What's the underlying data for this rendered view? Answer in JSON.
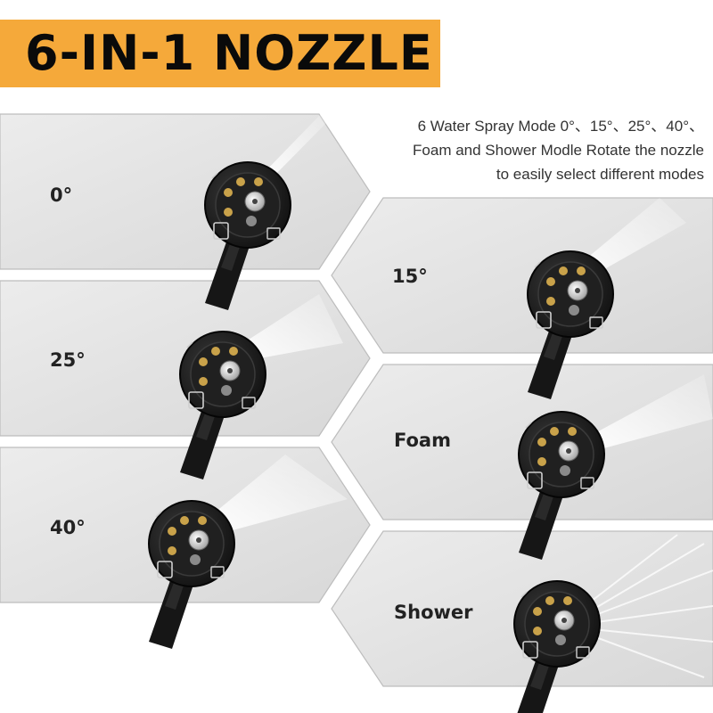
{
  "title": "6-IN-1 NOZZLE",
  "description": [
    "6 Water Spray Mode 0°、15°、25°、40°、",
    "Foam and Shower Modle Rotate the nozzle",
    "to easily select different modes"
  ],
  "modes": [
    {
      "label": "0°",
      "spray": "jet"
    },
    {
      "label": "15°",
      "spray": "narrow-fan"
    },
    {
      "label": "25°",
      "spray": "fan"
    },
    {
      "label": "Foam",
      "spray": "foam"
    },
    {
      "label": "40°",
      "spray": "wide-fan"
    },
    {
      "label": "Shower",
      "spray": "shower"
    }
  ],
  "colors": {
    "banner": "#f5a93a",
    "panel": "#e4e4e4",
    "nozzle": "#1a1a1a"
  }
}
